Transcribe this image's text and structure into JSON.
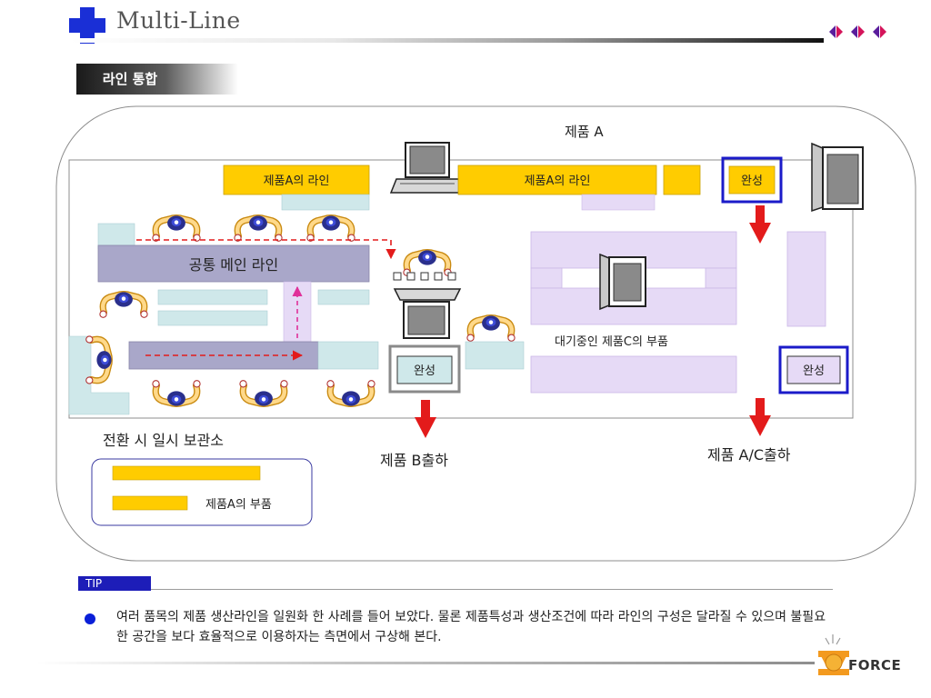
{
  "header": {
    "title": "Multi-Line",
    "section_label": "라인 통합"
  },
  "diagram": {
    "product_a_label": "제품 A",
    "line_a_left": "제품A의 라인",
    "line_a_right": "제품A의 라인",
    "done_top": "완성",
    "main_line": "공통 메인 라인",
    "waiting_c": "대기중인 제품C의 부품",
    "done_center": "완성",
    "done_right": "완성",
    "storage_title": "전환 시 일시 보관소",
    "storage_legend_label": "제품A의 부품",
    "ship_b": "제품 B출하",
    "ship_ac": "제품 A/C출하"
  },
  "tip": {
    "label": "TIP",
    "text": "여러 품목의 제품 생산라인을 일원화 한 사례를 들어 보았다. 물론 제품특성과 생산조건에 따라 라인의 구성은 달라질 수 있으며 불필요한 공간을 보다 효율적으로 이용하자는 측면에서 구상해 본다."
  },
  "footer": {
    "logo_text": "FORCE"
  },
  "colors": {
    "yellow": "#FFCC00",
    "light_purple": "#E6DAF6",
    "light_cyan": "#CFE8EA",
    "gray_purple": "#A9A7C9",
    "red_arrow": "#E31B1B",
    "blue_border": "#1B1BC9",
    "tip_blue": "#1D1DB8"
  }
}
